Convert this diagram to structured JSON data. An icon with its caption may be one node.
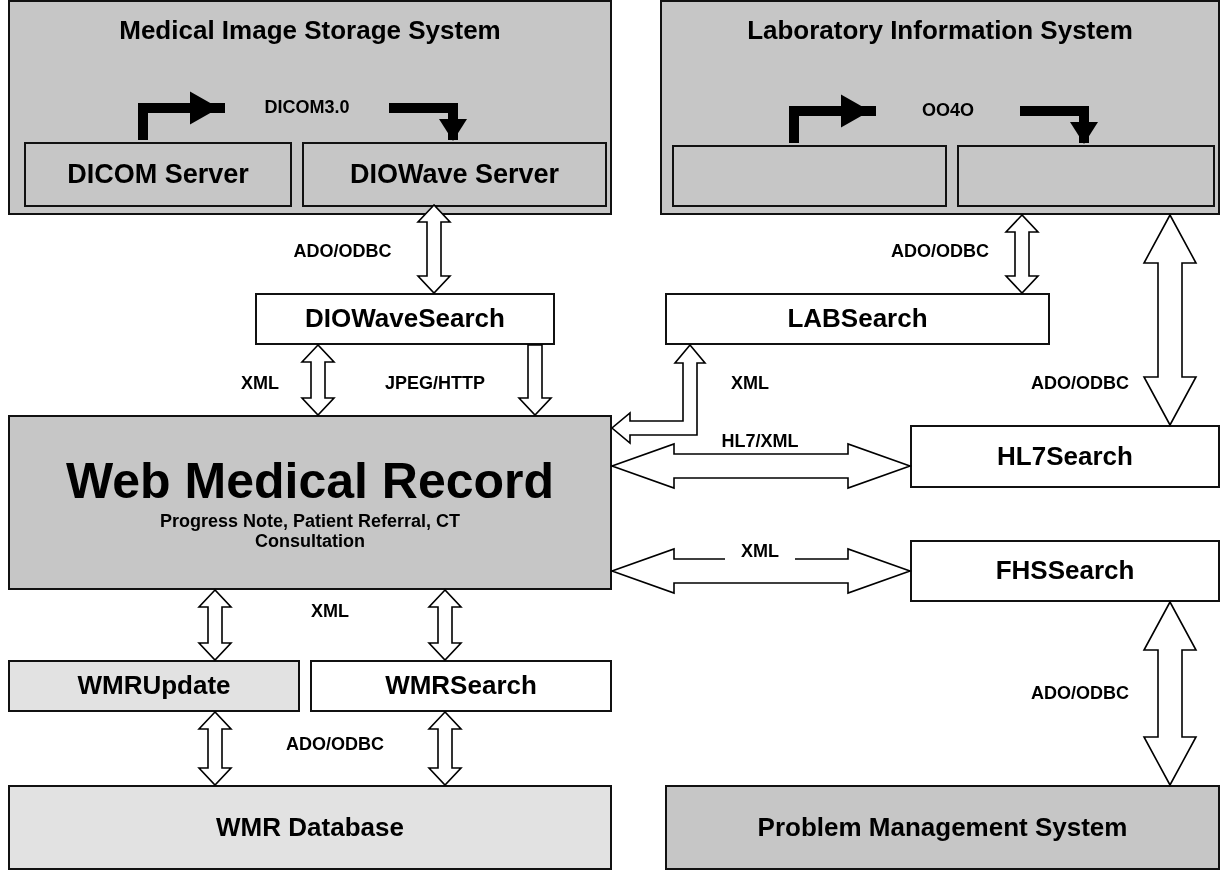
{
  "diagram": {
    "nodes": [
      {
        "text": [
          "Medical Image Storage System"
        ]
      },
      {
        "text": [
          "DICOM Server"
        ],
        "in": 0
      },
      {
        "text": [
          "DIOWave Server"
        ],
        "in": 0
      },
      {
        "text": [
          "Laboratory Information System"
        ]
      },
      {
        "text": [],
        "shape": "box",
        "in": 3
      },
      {
        "text": [],
        "shape": "box",
        "in": 3
      },
      {
        "text": [
          "DIOWaveSearch"
        ]
      },
      {
        "text": [
          "LABSearch"
        ]
      },
      {
        "text": [
          "Web Medical Record",
          "Progress Note, Patient Referral, CT Consultation"
        ]
      },
      {
        "text": [
          "HL7Search"
        ]
      },
      {
        "text": [
          "FHSSearch"
        ]
      },
      {
        "text": [
          "WMRUpdate"
        ]
      },
      {
        "text": [
          "WMRSearch"
        ]
      },
      {
        "text": [
          "WMR Database"
        ]
      },
      {
        "text": [
          "Problem Management System"
        ]
      }
    ],
    "edges": [
      {
        "from": 1,
        "to": 2,
        "arrow": "to",
        "label": "DICOM3.0"
      },
      {
        "from": 4,
        "to": 5,
        "arrow": "to",
        "label": "OO4O"
      },
      {
        "from": 2,
        "to": 6,
        "arrow": "both",
        "label": "ADO/ODBC"
      },
      {
        "from": 3,
        "to": 7,
        "arrow": "both",
        "label": "ADO/ODBC"
      },
      {
        "from": 3,
        "to": 9,
        "arrow": "both",
        "label": "ADO/ODBC"
      },
      {
        "from": 6,
        "to": 8,
        "arrow": "both",
        "label": "XML"
      },
      {
        "from": 6,
        "to": 8,
        "arrow": "to",
        "label": "JPEG/HTTP"
      },
      {
        "from": 8,
        "to": 7,
        "arrow": "both",
        "label": "XML"
      },
      {
        "from": 8,
        "to": 9,
        "arrow": "both",
        "label": "HL7/XML"
      },
      {
        "from": 8,
        "to": 10,
        "arrow": "both",
        "label": "XML"
      },
      {
        "from": 8,
        "to": 11,
        "arrow": "both"
      },
      {
        "from": 8,
        "to": 12,
        "arrow": "both"
      },
      {
        "from": 11,
        "to": 13,
        "arrow": "both"
      },
      {
        "from": 12,
        "to": 13,
        "arrow": "both"
      },
      {
        "from": 10,
        "to": 14,
        "arrow": "both",
        "label": "ADO/ODBC"
      }
    ],
    "labels": [
      "XML",
      "ADO/ODBC"
    ]
  }
}
